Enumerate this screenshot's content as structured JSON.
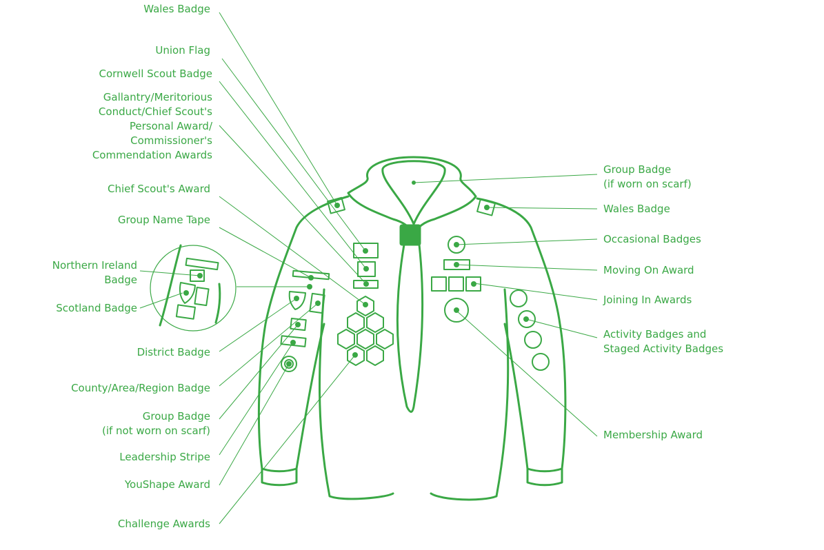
{
  "title": "Scout uniform badge placement",
  "colors": {
    "accent": "#3aa845"
  },
  "left_labels": {
    "wales_badge": "Wales Badge",
    "union_flag": "Union Flag",
    "cornwell": "Cornwell Scout Badge",
    "gallantry": "Gallantry/Meritorious\nConduct/Chief Scout's\nPersonal Award/\nCommissioner's\nCommendation Awards",
    "chief_scout": "Chief Scout's Award",
    "group_name_tape": "Group Name Tape",
    "northern_ireland": "Northern Ireland\nBadge",
    "scotland": "Scotland Badge",
    "district": "District Badge",
    "county": "County/Area/Region Badge",
    "group_badge_no_scarf": "Group Badge\n(if not worn on scarf)",
    "leadership": "Leadership Stripe",
    "youshape": "YouShape Award",
    "challenge": "Challenge Awards"
  },
  "right_labels": {
    "group_badge_scarf": "Group Badge\n(if worn on scarf)",
    "wales_badge": "Wales Badge",
    "occasional": "Occasional Badges",
    "moving_on": "Moving On Award",
    "joining_in": "Joining In Awards",
    "activity": "Activity Badges and\nStaged Activity Badges",
    "membership": "Membership Award"
  }
}
